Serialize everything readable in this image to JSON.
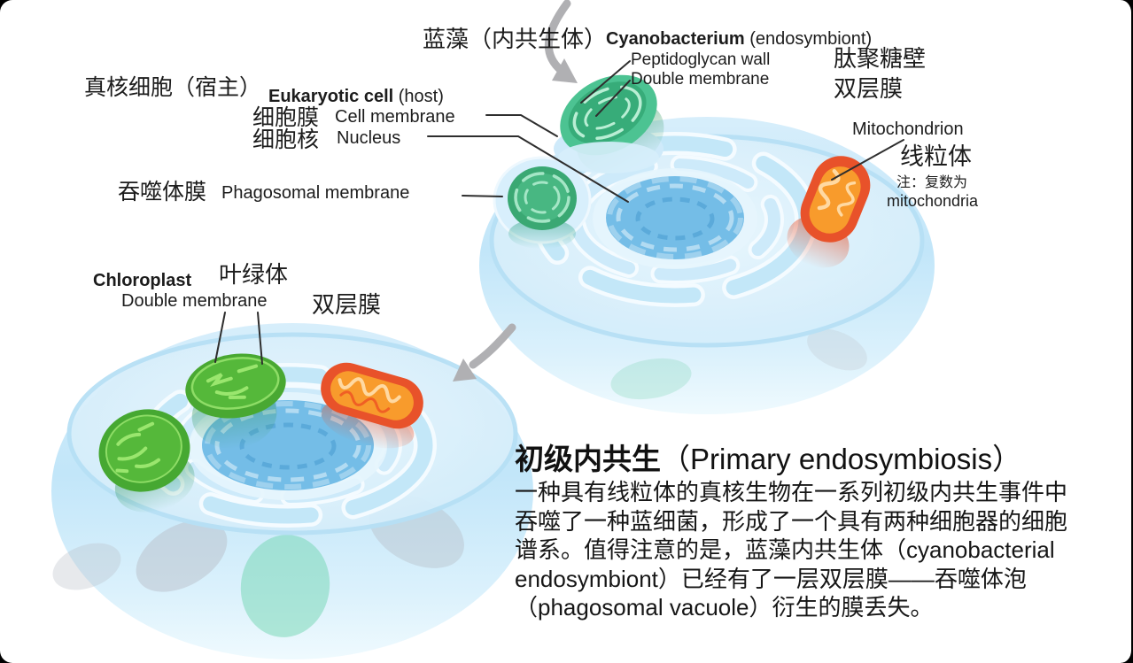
{
  "annotations": {
    "cyanobacterium": {
      "zh": "蓝藻（内共生体）",
      "en": "Cyanobacterium",
      "en_suffix": " (endosymbiont)"
    },
    "peptidoglycan": {
      "en": "Peptidoglycan wall",
      "zh": "肽聚糖壁"
    },
    "double_membrane_top": {
      "en": "Double membrane",
      "zh": "双层膜"
    },
    "eukaryotic": {
      "zh": "真核细胞（宿主）",
      "en": "Eukaryotic cell",
      "en_suffix": " (host)"
    },
    "cell_membrane": {
      "zh": "细胞膜",
      "en": "Cell membrane"
    },
    "nucleus": {
      "zh": "细胞核",
      "en": "Nucleus"
    },
    "phagosomal": {
      "zh": "吞噬体膜",
      "en": "Phagosomal membrane"
    },
    "mitochondrion": {
      "en": "Mitochondrion",
      "zh": "线粒体",
      "note_zh": "注：复数为",
      "note_en": "mitochondria"
    },
    "chloroplast": {
      "en": "Chloroplast",
      "zh": "叶绿体"
    },
    "double_membrane_bottom": {
      "en": "Double membrane",
      "zh": "双层膜"
    }
  },
  "caption": {
    "title_zh": "初级内共生",
    "title_en": "（Primary endosymbiosis）",
    "body": "一种具有线粒体的真核生物在一系列初级内共生事件中\n吞噬了一种蓝细菌，形成了一个具有两种细胞器的细胞\n谱系。值得注意的是，蓝藻内共生体（cyanobacterial\nendosymbiont）已经有了一层双层膜——吞噬体泡\n（phagosomal vacuole）衍生的膜丢失。"
  },
  "colors": {
    "leader_line": "#2e2e2e",
    "arrow_gray": "#b0b0b3",
    "cell_blue": "#cdeafa",
    "nucleus_blue": "#74bde7",
    "cyano_green": "#4cc392",
    "cyano_inner": "#37ac79",
    "engulfed_green": "#3aa873",
    "chloroplast_green": "#55b83a",
    "thylakoid_green": "#9ae66e",
    "mito_outer": "#e8522a",
    "mito_inner": "#f89b2c",
    "text": "#1c1c1c"
  }
}
